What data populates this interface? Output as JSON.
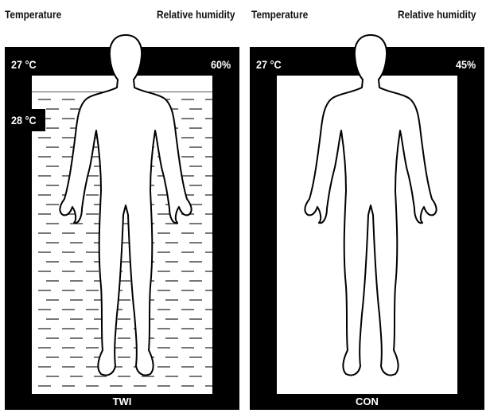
{
  "left_panel": {
    "temperature_header": "Temperature",
    "humidity_header": "Relative humidity",
    "air_temperature": "27 °C",
    "relative_humidity": "60%",
    "water_temperature": "28 °C",
    "label": "TWI"
  },
  "right_panel": {
    "temperature_header": "Temperature",
    "humidity_header": "Relative humidity",
    "air_temperature": "27 °C",
    "relative_humidity": "45%",
    "label": "CON"
  },
  "colors": {
    "frame": "#000000",
    "water_dash": "#777777"
  }
}
